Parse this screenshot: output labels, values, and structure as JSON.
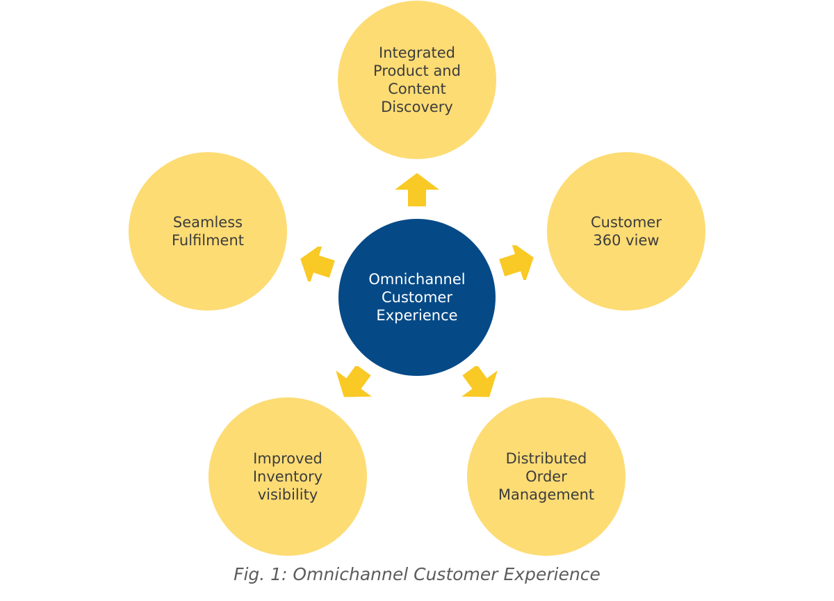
{
  "diagram": {
    "center": {
      "label": "Omnichannel\nCustomer\nExperience",
      "color": "#054a87",
      "text_color": "#ffffff"
    },
    "nodes": [
      {
        "id": "top",
        "label": "Integrated\nProduct and\nContent\nDiscovery"
      },
      {
        "id": "right",
        "label": "Customer\n360 view"
      },
      {
        "id": "bottom-right",
        "label": "Distributed\nOrder\nManagement"
      },
      {
        "id": "bottom-left",
        "label": "Improved\nInventory\nvisibility"
      },
      {
        "id": "left",
        "label": "Seamless\nFulfilment"
      }
    ],
    "node_color": "#fddc74",
    "arrow_color": "#f9c925"
  },
  "caption": "Fig. 1: Omnichannel Customer Experience"
}
